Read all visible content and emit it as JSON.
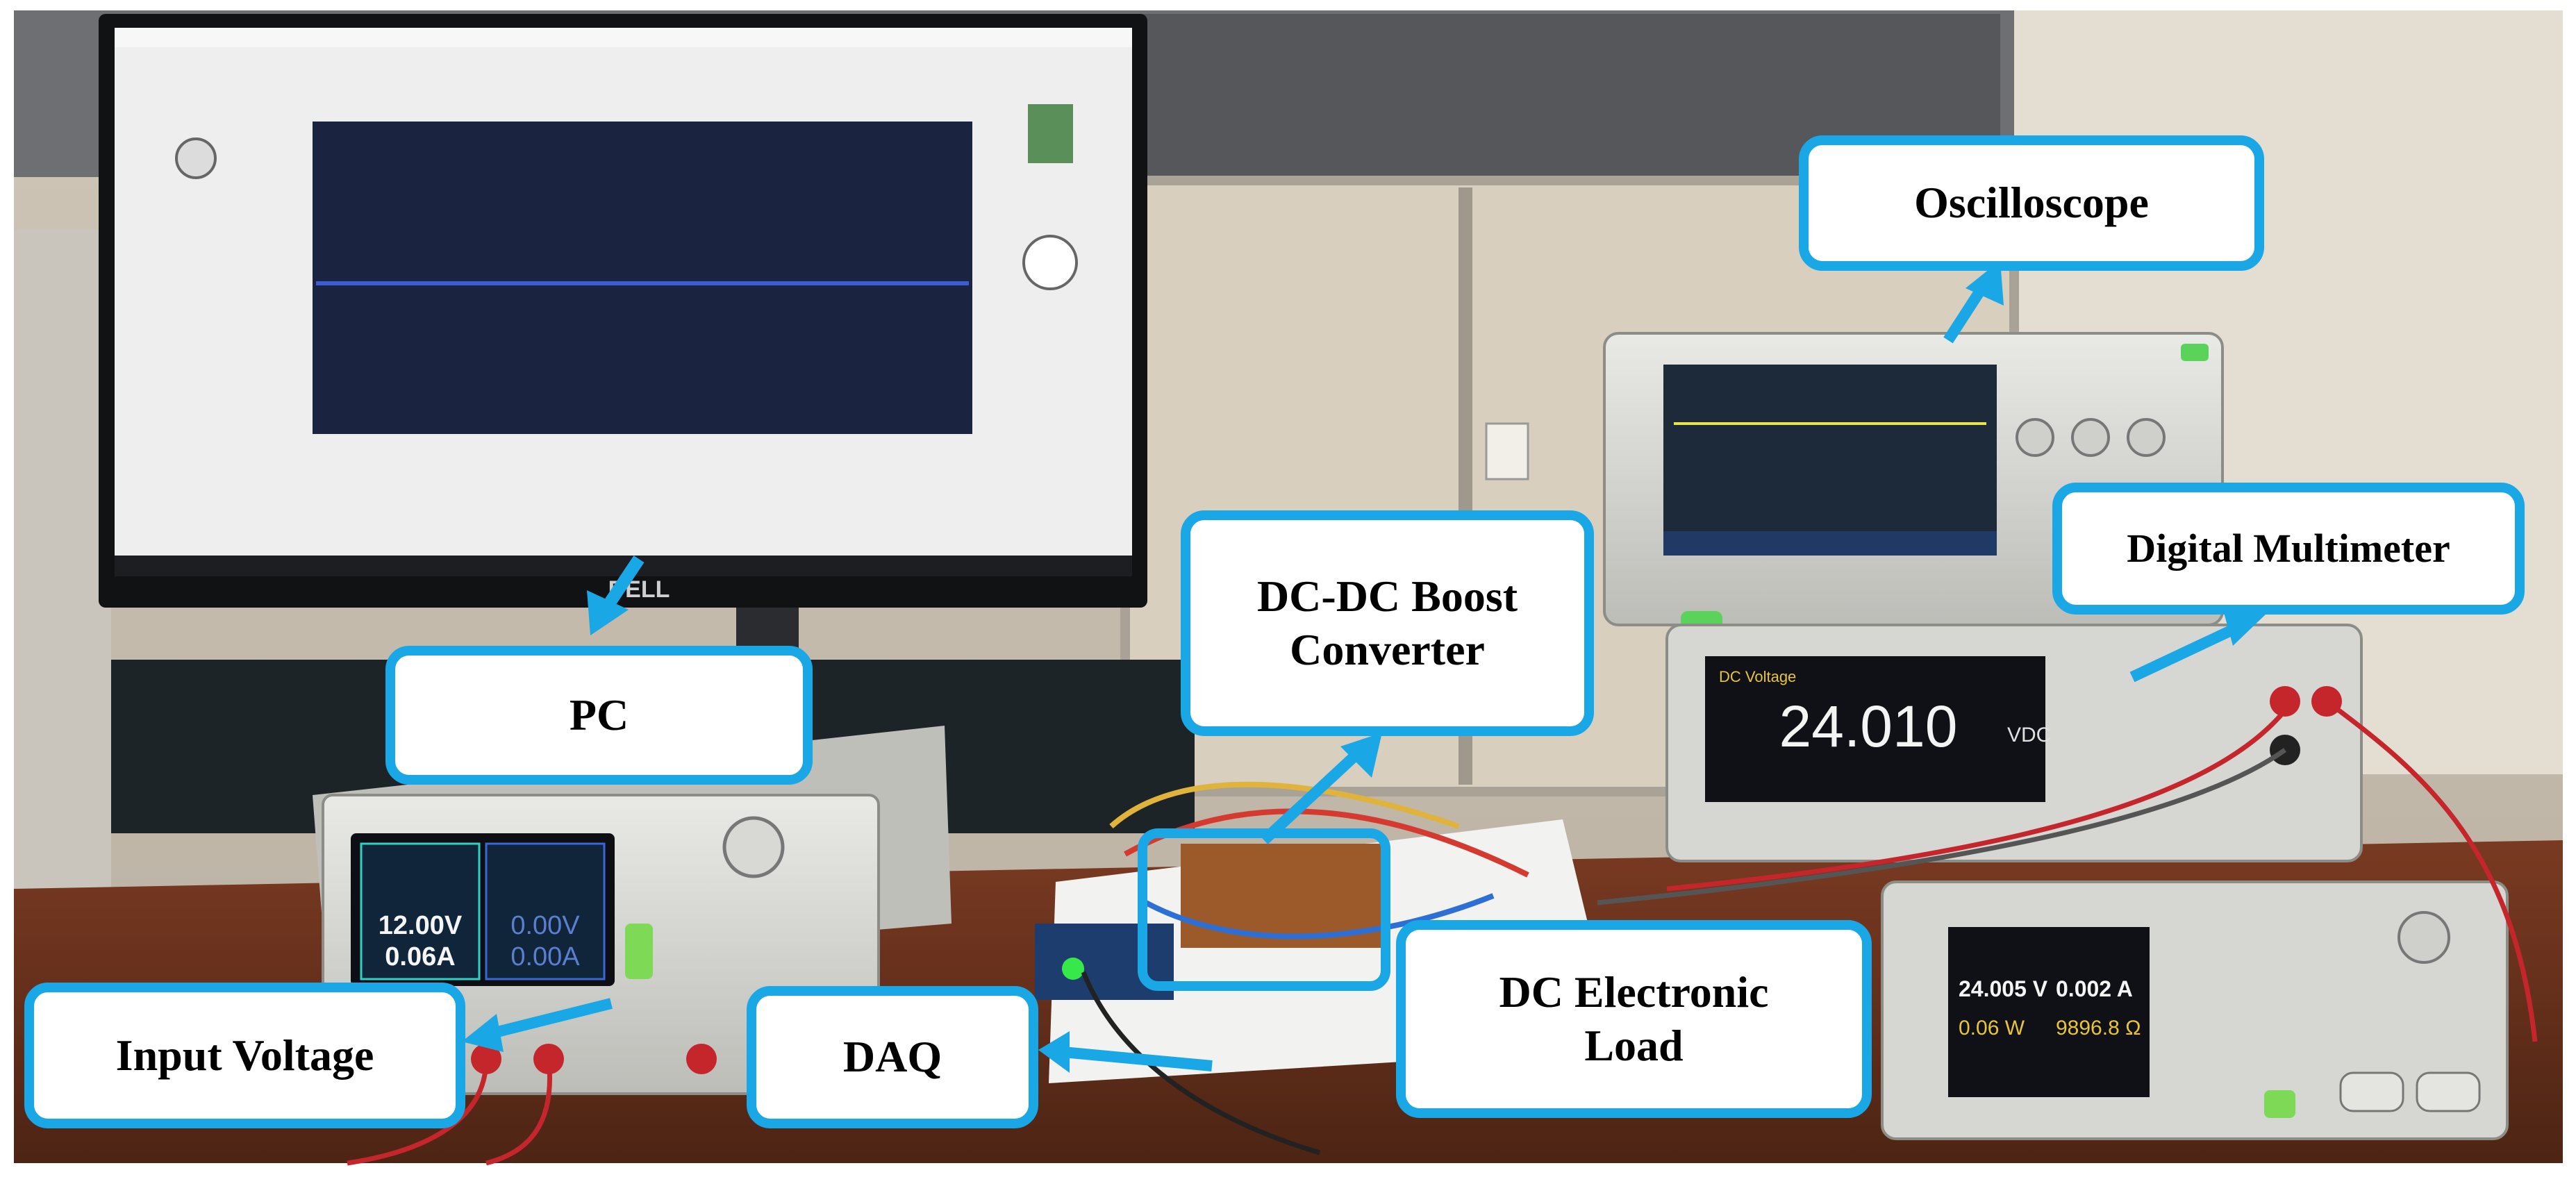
{
  "labels": {
    "pc": "PC",
    "oscilloscope": "Oscilloscope",
    "digital_multimeter": "Digital Multimeter",
    "boost_converter_line1": "DC-DC Boost",
    "boost_converter_line2": "Converter",
    "dc_load_line1": "DC Electronic",
    "dc_load_line2": "Load",
    "input_voltage": "Input Voltage",
    "daq": "DAQ"
  },
  "monitor": {
    "brand": "DELL"
  },
  "power_supply": {
    "voltage": "12.00V",
    "current": "0.06A",
    "ch2_voltage": "0.00V",
    "ch2_current": "0.00A"
  },
  "multimeter": {
    "reading": "24.010",
    "unit": "VDC",
    "mode": "DC Voltage"
  },
  "electronic_load": {
    "voltage": "24.005 V",
    "current": "0.002 A",
    "power": "0.06 W",
    "resistance": "9896.8 Ω"
  },
  "colors": {
    "accent": "#1aa7e6",
    "screen": "#1a2340",
    "trace": "#3c5cd8"
  }
}
